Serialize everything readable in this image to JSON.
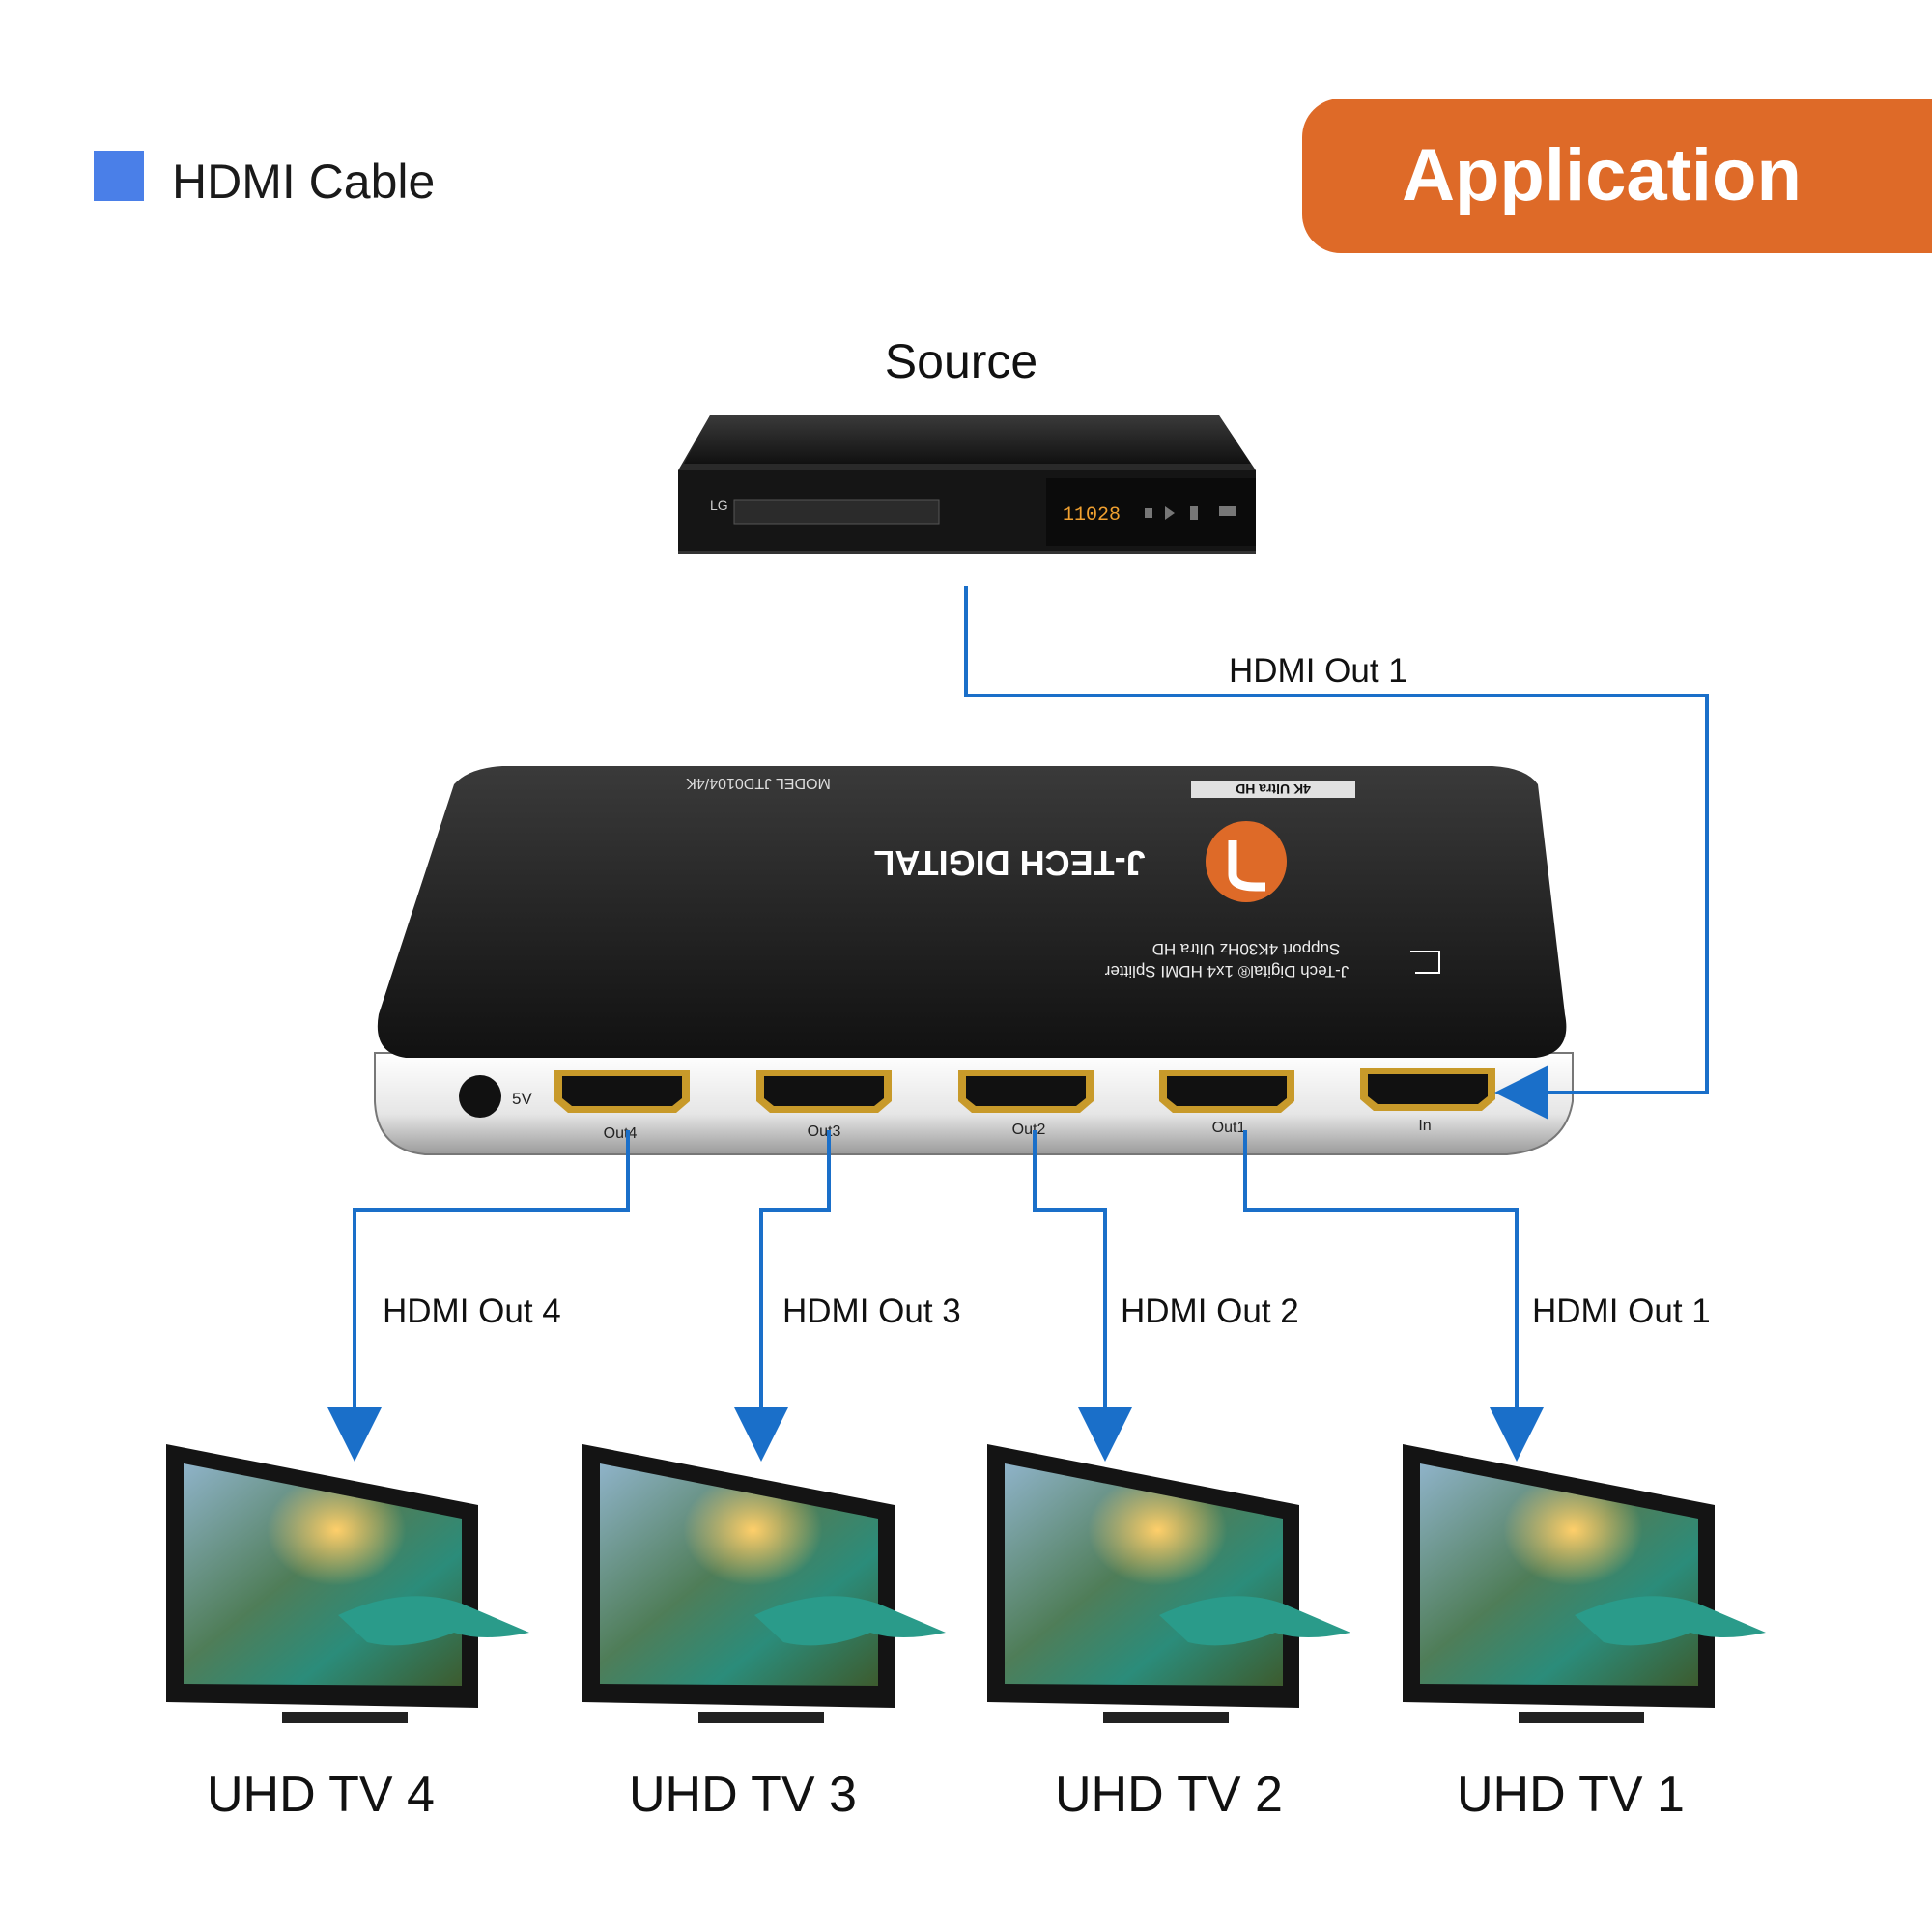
{
  "legend": {
    "label": "HDMI Cable",
    "color": "#4a7fe8"
  },
  "header": {
    "title": "Application",
    "color": "#de6a28"
  },
  "source": {
    "label": "Source",
    "display": "11028",
    "brand": "LG"
  },
  "splitter": {
    "brand": "J-TECH DIGITAL",
    "model": "MODEL  JTD0104/4K",
    "badge": "4K Ultra HD",
    "product_line": "J-Tech Digital® 1x4 HDMI Splitter",
    "support_line": "Support 4K30Hz Ultra HD",
    "power_label": "5V",
    "ports": [
      "Out4",
      "Out3",
      "Out2",
      "Out1",
      "In"
    ]
  },
  "cables": {
    "input": "HDMI Out 1",
    "outputs": [
      "HDMI Out 4",
      "HDMI Out 3",
      "HDMI Out 2",
      "HDMI Out 1"
    ]
  },
  "tvs": [
    "UHD TV 4",
    "UHD TV 3",
    "UHD TV 2",
    "UHD TV 1"
  ],
  "colors": {
    "cable": "#1a6fc9",
    "device": "#1c1c1c",
    "accent": "#de6a28"
  }
}
